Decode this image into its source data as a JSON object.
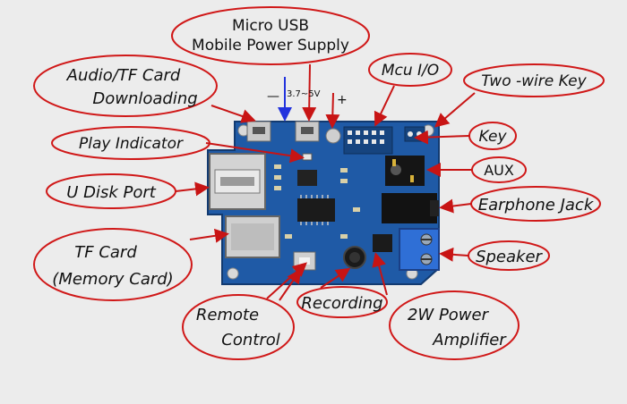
{
  "labels": {
    "micro_usb_1": "Micro USB",
    "micro_usb_2": "Mobile Power Supply",
    "audio_tf_1": "Audio/TF  Card",
    "audio_tf_2": "Downloading",
    "mcu_io": "Mcu I/O",
    "two_wire_key": "Two -wire Key",
    "play_indicator": "Play Indicator",
    "key": "Key",
    "aux": "AUX",
    "u_disk_port": "U Disk Port",
    "earphone_jack": "Earphone Jack",
    "tf_card_1": "TF Card",
    "tf_card_2": "(Memory Card)",
    "speaker": "Speaker",
    "recording": "Recording",
    "remote_control_1": "Remote",
    "remote_control_2": "Control",
    "power_amp_1": "2W  Power",
    "power_amp_2": "Amplifier",
    "voltage_minus": "—",
    "voltage_range": "3.7~5V",
    "voltage_plus": "+"
  },
  "colors": {
    "pcb": "#1f5aa6",
    "ellipse_stroke": "#d01818",
    "arrow": "#c81414",
    "negative_arrow": "#2233dd",
    "terminal_block": "#2f6fd6"
  }
}
